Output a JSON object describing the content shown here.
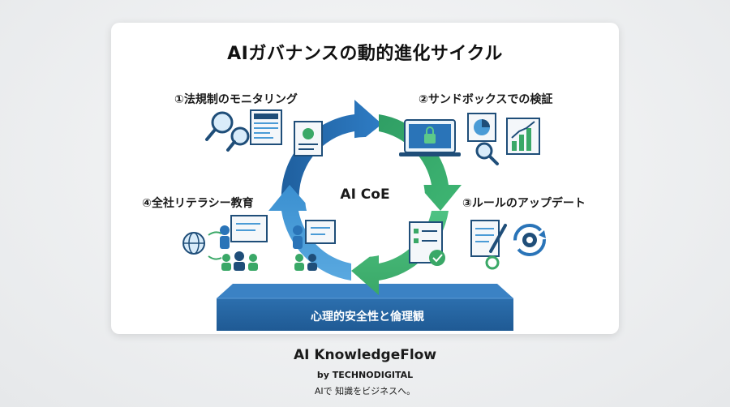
{
  "diagram": {
    "title": "AIガバナンスの動的進化サイクル",
    "center": "AI CoE",
    "steps": [
      {
        "label": "①法規制のモニタリング"
      },
      {
        "label": "②サンドボックスでの検証"
      },
      {
        "label": "③ルールのアップデート"
      },
      {
        "label": "④全社リテラシー教育"
      }
    ],
    "foundation": "心理的安全性と倫理観",
    "icons": {
      "step1": [
        "magnifier-icon",
        "newspaper-icon",
        "certificate-icon"
      ],
      "step2": [
        "laptop-lock-icon",
        "pie-chart-icon",
        "magnifier-icon",
        "bar-chart-icon"
      ],
      "step3": [
        "checklist-icon",
        "document-pen-icon",
        "gear-refresh-icon"
      ],
      "step4": [
        "presenter-icon",
        "globe-icon",
        "people-icon"
      ]
    },
    "colors": {
      "blue": "#2a74b8",
      "light_blue": "#4a9bd6",
      "green": "#3aa867",
      "light_green": "#5cc98a",
      "navy": "#1f4e79"
    }
  },
  "footer": {
    "brand": "AI KnowledgeFlow",
    "by": "by TECHNODIGITAL",
    "tagline": "AIで 知識をビジネスへ。"
  }
}
